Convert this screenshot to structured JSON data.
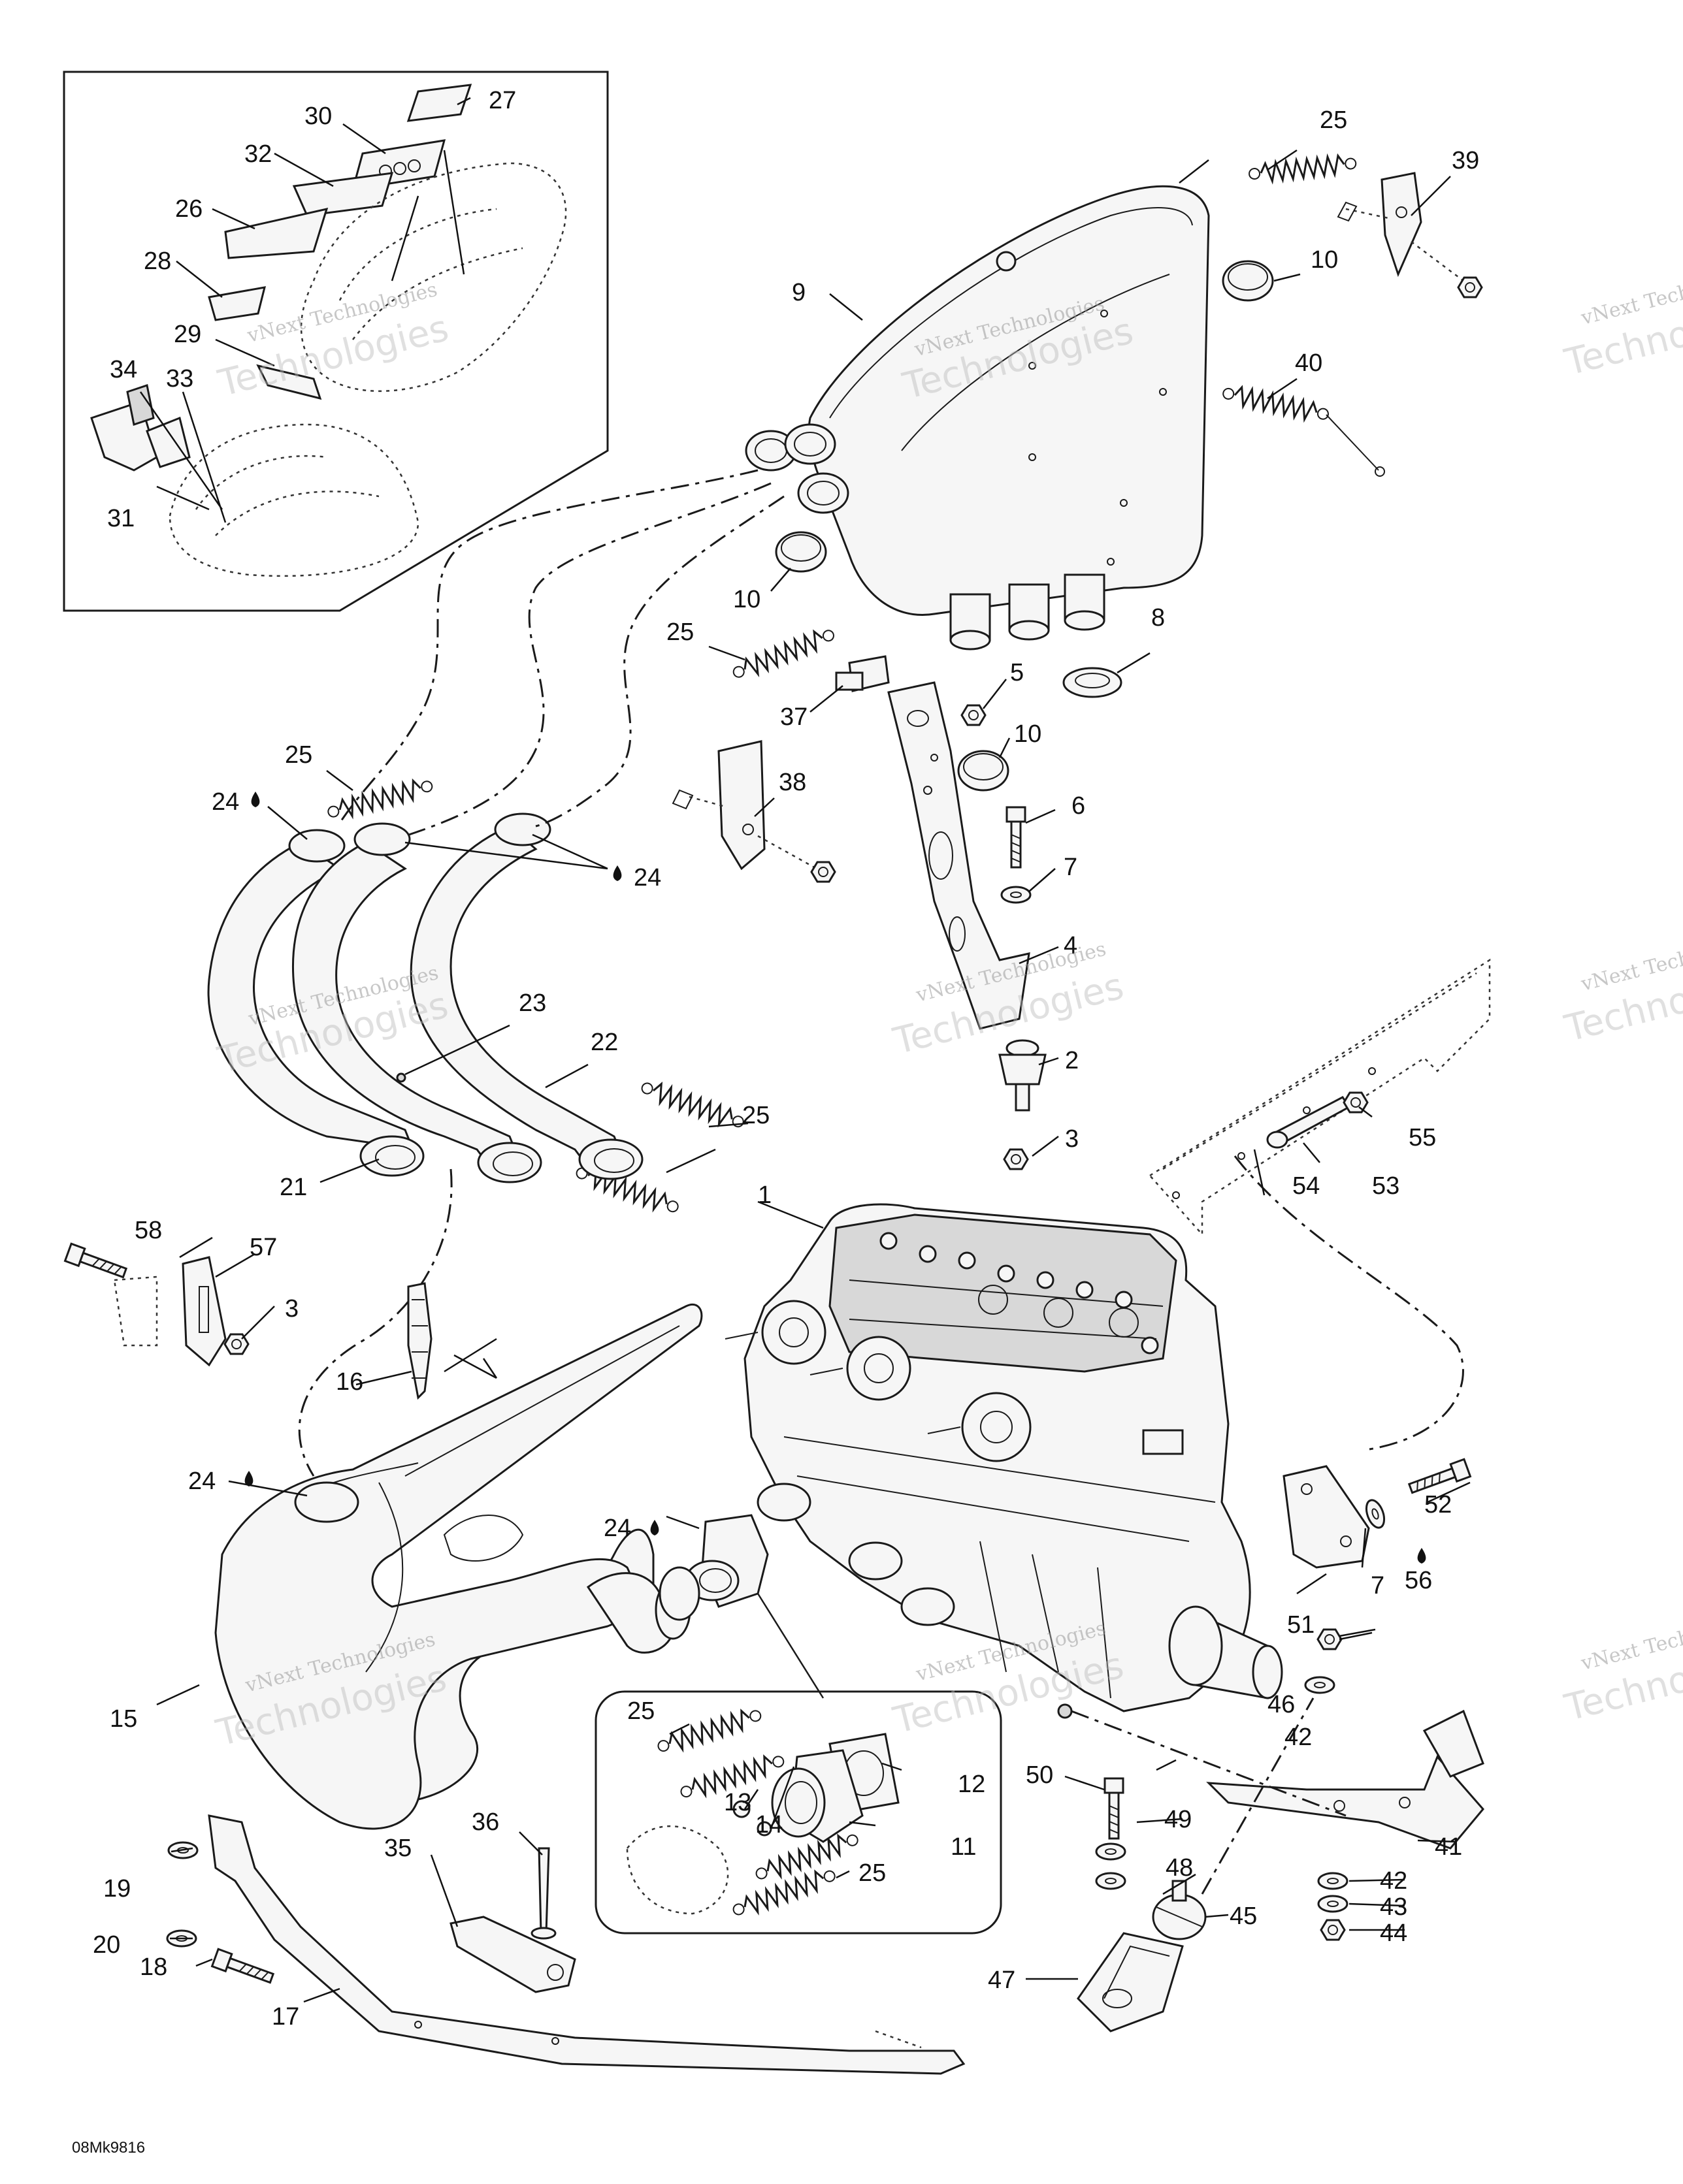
{
  "diagram": {
    "drawing_code": "08Mk9816",
    "watermark": {
      "line1": "vNext Technologies",
      "line2": "Technologies"
    },
    "callouts": [
      "1",
      "2",
      "3",
      "3",
      "4",
      "5",
      "6",
      "7",
      "7",
      "8",
      "9",
      "10",
      "10",
      "10",
      "11",
      "12",
      "13",
      "14",
      "15",
      "16",
      "17",
      "18",
      "19",
      "20",
      "21",
      "22",
      "23",
      "24",
      "24",
      "24",
      "24",
      "25",
      "25",
      "25",
      "25",
      "25",
      "25",
      "26",
      "27",
      "28",
      "29",
      "30",
      "31",
      "32",
      "33",
      "34",
      "35",
      "36",
      "37",
      "38",
      "39",
      "40",
      "41",
      "42",
      "42",
      "43",
      "44",
      "45",
      "46",
      "47",
      "48",
      "49",
      "50",
      "51",
      "52",
      "53",
      "54",
      "55",
      "56",
      "57",
      "58"
    ],
    "colors": {
      "line": "#1a1a1a",
      "fill": "#f6f6f6",
      "watermark": "#9a9a9a"
    }
  }
}
